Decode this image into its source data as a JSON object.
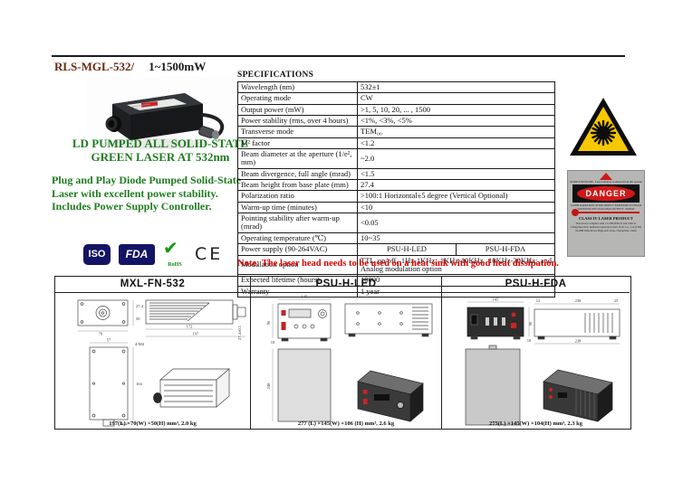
{
  "header": {
    "model_title": "RLS-MGL-532/",
    "power_range": "1~1500mW"
  },
  "left": {
    "heading_line1": "LD PUMPED ALL SOLID-STATE",
    "heading_line2": "GREEN LASER AT 532nm",
    "description": "Plug and Play Diode Pumped Solid-State Laser with excellent power stability. Includes Power Supply Controller.",
    "certifications": {
      "iso": "ISO",
      "fda": "FDA",
      "rohs": "RoHS",
      "rohs_check": "✔",
      "ce": "CE"
    }
  },
  "specifications": {
    "title": "SPECIFICATIONS",
    "rows": [
      {
        "label": "Wavelength (nm)",
        "value": "532±1"
      },
      {
        "label": "Operating mode",
        "value": "CW"
      },
      {
        "label": "Output power (mW)",
        "value": ">1, 5, 10, 20, ... , 1500"
      },
      {
        "label": "Power stability (rms, over 4 hours)",
        "value": "<1%, <3%, <5%"
      },
      {
        "label": "Transverse mode",
        "value": "TEM₀₀"
      },
      {
        "label": "M² factor",
        "value": "<1.2"
      },
      {
        "label": "Beam diameter at the aperture (1/e², mm)",
        "value": "~2.0"
      },
      {
        "label": "Beam divergence, full angle (mrad)",
        "value": "<1.5"
      },
      {
        "label": "Beam height from base plate (mm)",
        "value": "27.4"
      },
      {
        "label": "Polarization ratio",
        "value": ">100:1 Horizontal±5 degree (Vertical Optional)"
      },
      {
        "label": "Warm-up time (minutes)",
        "value": "<10"
      },
      {
        "label": "Pointing stability after warm-up (mrad)",
        "value": "<0.05"
      },
      {
        "label": "Operating temperature (℃)",
        "value": "10~35"
      },
      {
        "label": "Power supply (90-264VAC)",
        "value": "PSU-H-LED",
        "value2": "PSU-H-FDA"
      },
      {
        "label": "Modulation option",
        "value": "TTL on/off, 1Hz-1KHz, 1KHz-10KHz, 10KHz-30KHz; and Analog modulation option"
      },
      {
        "label": "Expected lifetime (hours)",
        "value": "10000"
      },
      {
        "label": "Warranty",
        "value": "1 year"
      }
    ],
    "note": "Note: The laser head needs to be used on a heat sink with good heat dissipation."
  },
  "warning_label": {
    "aperture_text": "AVOID EXPOSURE - Laser radiation is emitted from this aperture",
    "danger": "DANGER",
    "radiation_text": "LASER RADIATION AVOID DIRECT EXPOSURE TO BEAM",
    "spec_text": "WAVELENGTH: 532nm MAX OUTPUT: 1500mW",
    "class_text": "CLASS IV LASER PRODUCT",
    "compliance1": "This device complies with 21 CFR1040.10 and 1040.11",
    "compliance2": "Changchun New Industries Optoelectronics Tech. Co., Ltd (CNI)",
    "compliance3": "No.888 Jinhu Road, High-tech Zone, Changchun, China"
  },
  "drawings": {
    "panels": [
      {
        "title": "MXL-FN-532",
        "caption": "197(L) ×70(W) ×50(H) mm³, 2.0 kg",
        "dims": [
          "70",
          "27.4",
          "50",
          "172",
          "197",
          "27.4±0.1",
          "57",
          "4-M4",
          "104",
          "Φ22"
        ]
      },
      {
        "title": "PSU-H-LED",
        "caption": "277 (L) ×145(W) ×106 (H) mm³, 2.6 kg",
        "dims": [
          "145",
          "96",
          "10",
          "240"
        ]
      },
      {
        "title": "PSU-H-FDA",
        "caption": "275(L) ×145(W) ×104(H) mm³, 2.3 kg",
        "dims": [
          "145",
          "96",
          "10",
          "12",
          "238",
          "25",
          "238"
        ]
      }
    ]
  }
}
